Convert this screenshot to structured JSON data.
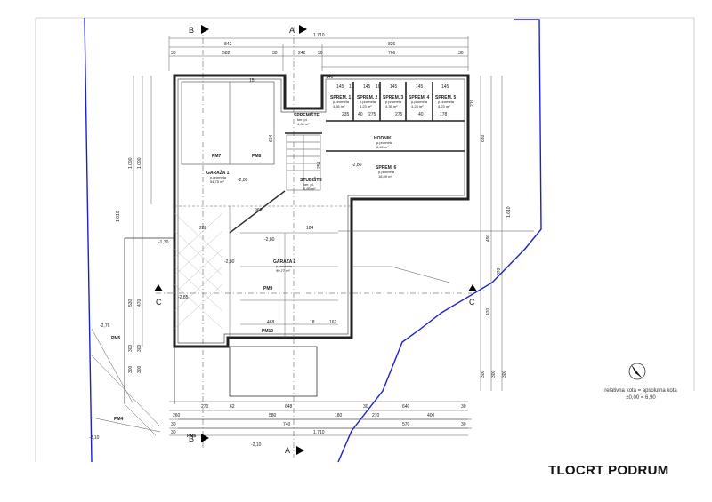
{
  "title": "TLOCRT PODRUM",
  "legend": {
    "line1": "relativna kota = apsolutna kota",
    "line2": "±0,00 = 6,90"
  },
  "section_markers": {
    "a": "A",
    "b": "B",
    "c": "C"
  },
  "rooms": {
    "garaza1": {
      "name": "GARAŽA 1",
      "sub": "p.prometa",
      "area": "54,75 m²"
    },
    "garaza2": {
      "name": "GARAŽA 2",
      "sub": "p.prometa",
      "area": "90,77 m²"
    },
    "stubiste": {
      "name": "STUBIŠTE",
      "sub": "ker. pl.",
      "area": "6,85 m²"
    },
    "spremiste": {
      "name": "SPREMIŠTE",
      "sub": "ker. pl.",
      "area": "4,00 m²"
    },
    "hodnik": {
      "name": "HODNIK",
      "sub": "p.prometa",
      "area": "8,42 m²"
    },
    "sprem1": {
      "name": "SPREM. 1",
      "sub": "p.prometa",
      "area": "4,36 m²"
    },
    "sprem2": {
      "name": "SPREM. 2",
      "sub": "p.prometa",
      "area": "4,23 m²"
    },
    "sprem3": {
      "name": "SPREM. 3",
      "sub": "p.prometa",
      "area": "4,36 m²"
    },
    "sprem4": {
      "name": "SPREM. 4",
      "sub": "p.prometa",
      "area": "4,23 m²"
    },
    "sprem5": {
      "name": "SPREM. 5",
      "sub": "p.prometa",
      "area": "4,23 m²"
    },
    "sprem6": {
      "name": "SPREM. 6",
      "sub": "p.prometa",
      "area": "18,89 m²"
    }
  },
  "parking": [
    "PM7",
    "PM8",
    "PM9",
    "PM10",
    "PM5",
    "PM4",
    "PM6"
  ],
  "levels": [
    "-2,80",
    "-2,80",
    "-2,80",
    "-2,80",
    "-1,30",
    "-2,85",
    "-2,76",
    "-2,10",
    "-2,10"
  ],
  "dims_top": [
    "842",
    "1.710",
    "826",
    "30",
    "582",
    "30",
    "242",
    "30",
    "766",
    "30"
  ],
  "dims_bottom": [
    "270",
    "62",
    "648",
    "30",
    "640",
    "30",
    "260",
    "580",
    "180",
    "270",
    "400",
    "30",
    "740",
    "30",
    "570",
    "30",
    "1.710"
  ],
  "dims_left": [
    "1.090",
    "1.610",
    "1.090",
    "530",
    "470",
    "300",
    "300",
    "300",
    "300"
  ],
  "dims_right": [
    "680",
    "1.610",
    "490",
    "870",
    "420",
    "300",
    "300",
    "300"
  ],
  "dims_inner": [
    "145",
    "145",
    "145",
    "145",
    "145",
    "146",
    "235",
    "275",
    "275",
    "178",
    "960",
    "282",
    "184",
    "468",
    "162",
    "18",
    "15",
    "604",
    "254",
    "219",
    "40",
    "40",
    "10",
    "10"
  ]
}
